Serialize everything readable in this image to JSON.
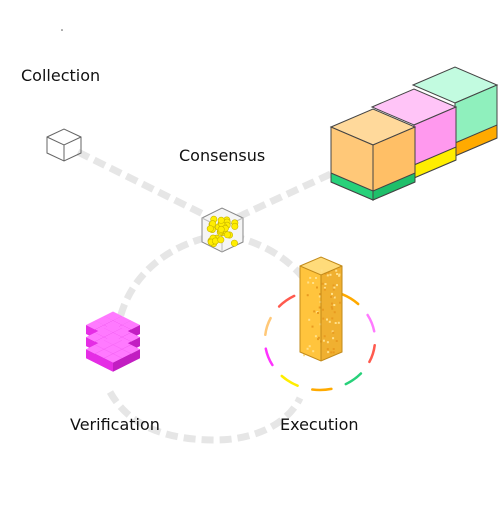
{
  "diagram": {
    "nodes": [
      {
        "id": "collection",
        "label": "Collection"
      },
      {
        "id": "consensus",
        "label": "Consensus"
      },
      {
        "id": "verification",
        "label": "Verification"
      },
      {
        "id": "execution",
        "label": "Execution"
      }
    ],
    "colors": {
      "path": "#e6e6e6",
      "consensus_cubes": "#ffee00",
      "verification_cubes": "#ff33ff",
      "execution_block": "#ffc43d",
      "chain_orange": "#ffc878",
      "chain_pink": "#ff9cf0",
      "chain_mint": "#9cf5c4",
      "chain_green": "#28d17a",
      "chain_yellow": "#ffee00",
      "chain_orange_band": "#ffaa00"
    }
  }
}
